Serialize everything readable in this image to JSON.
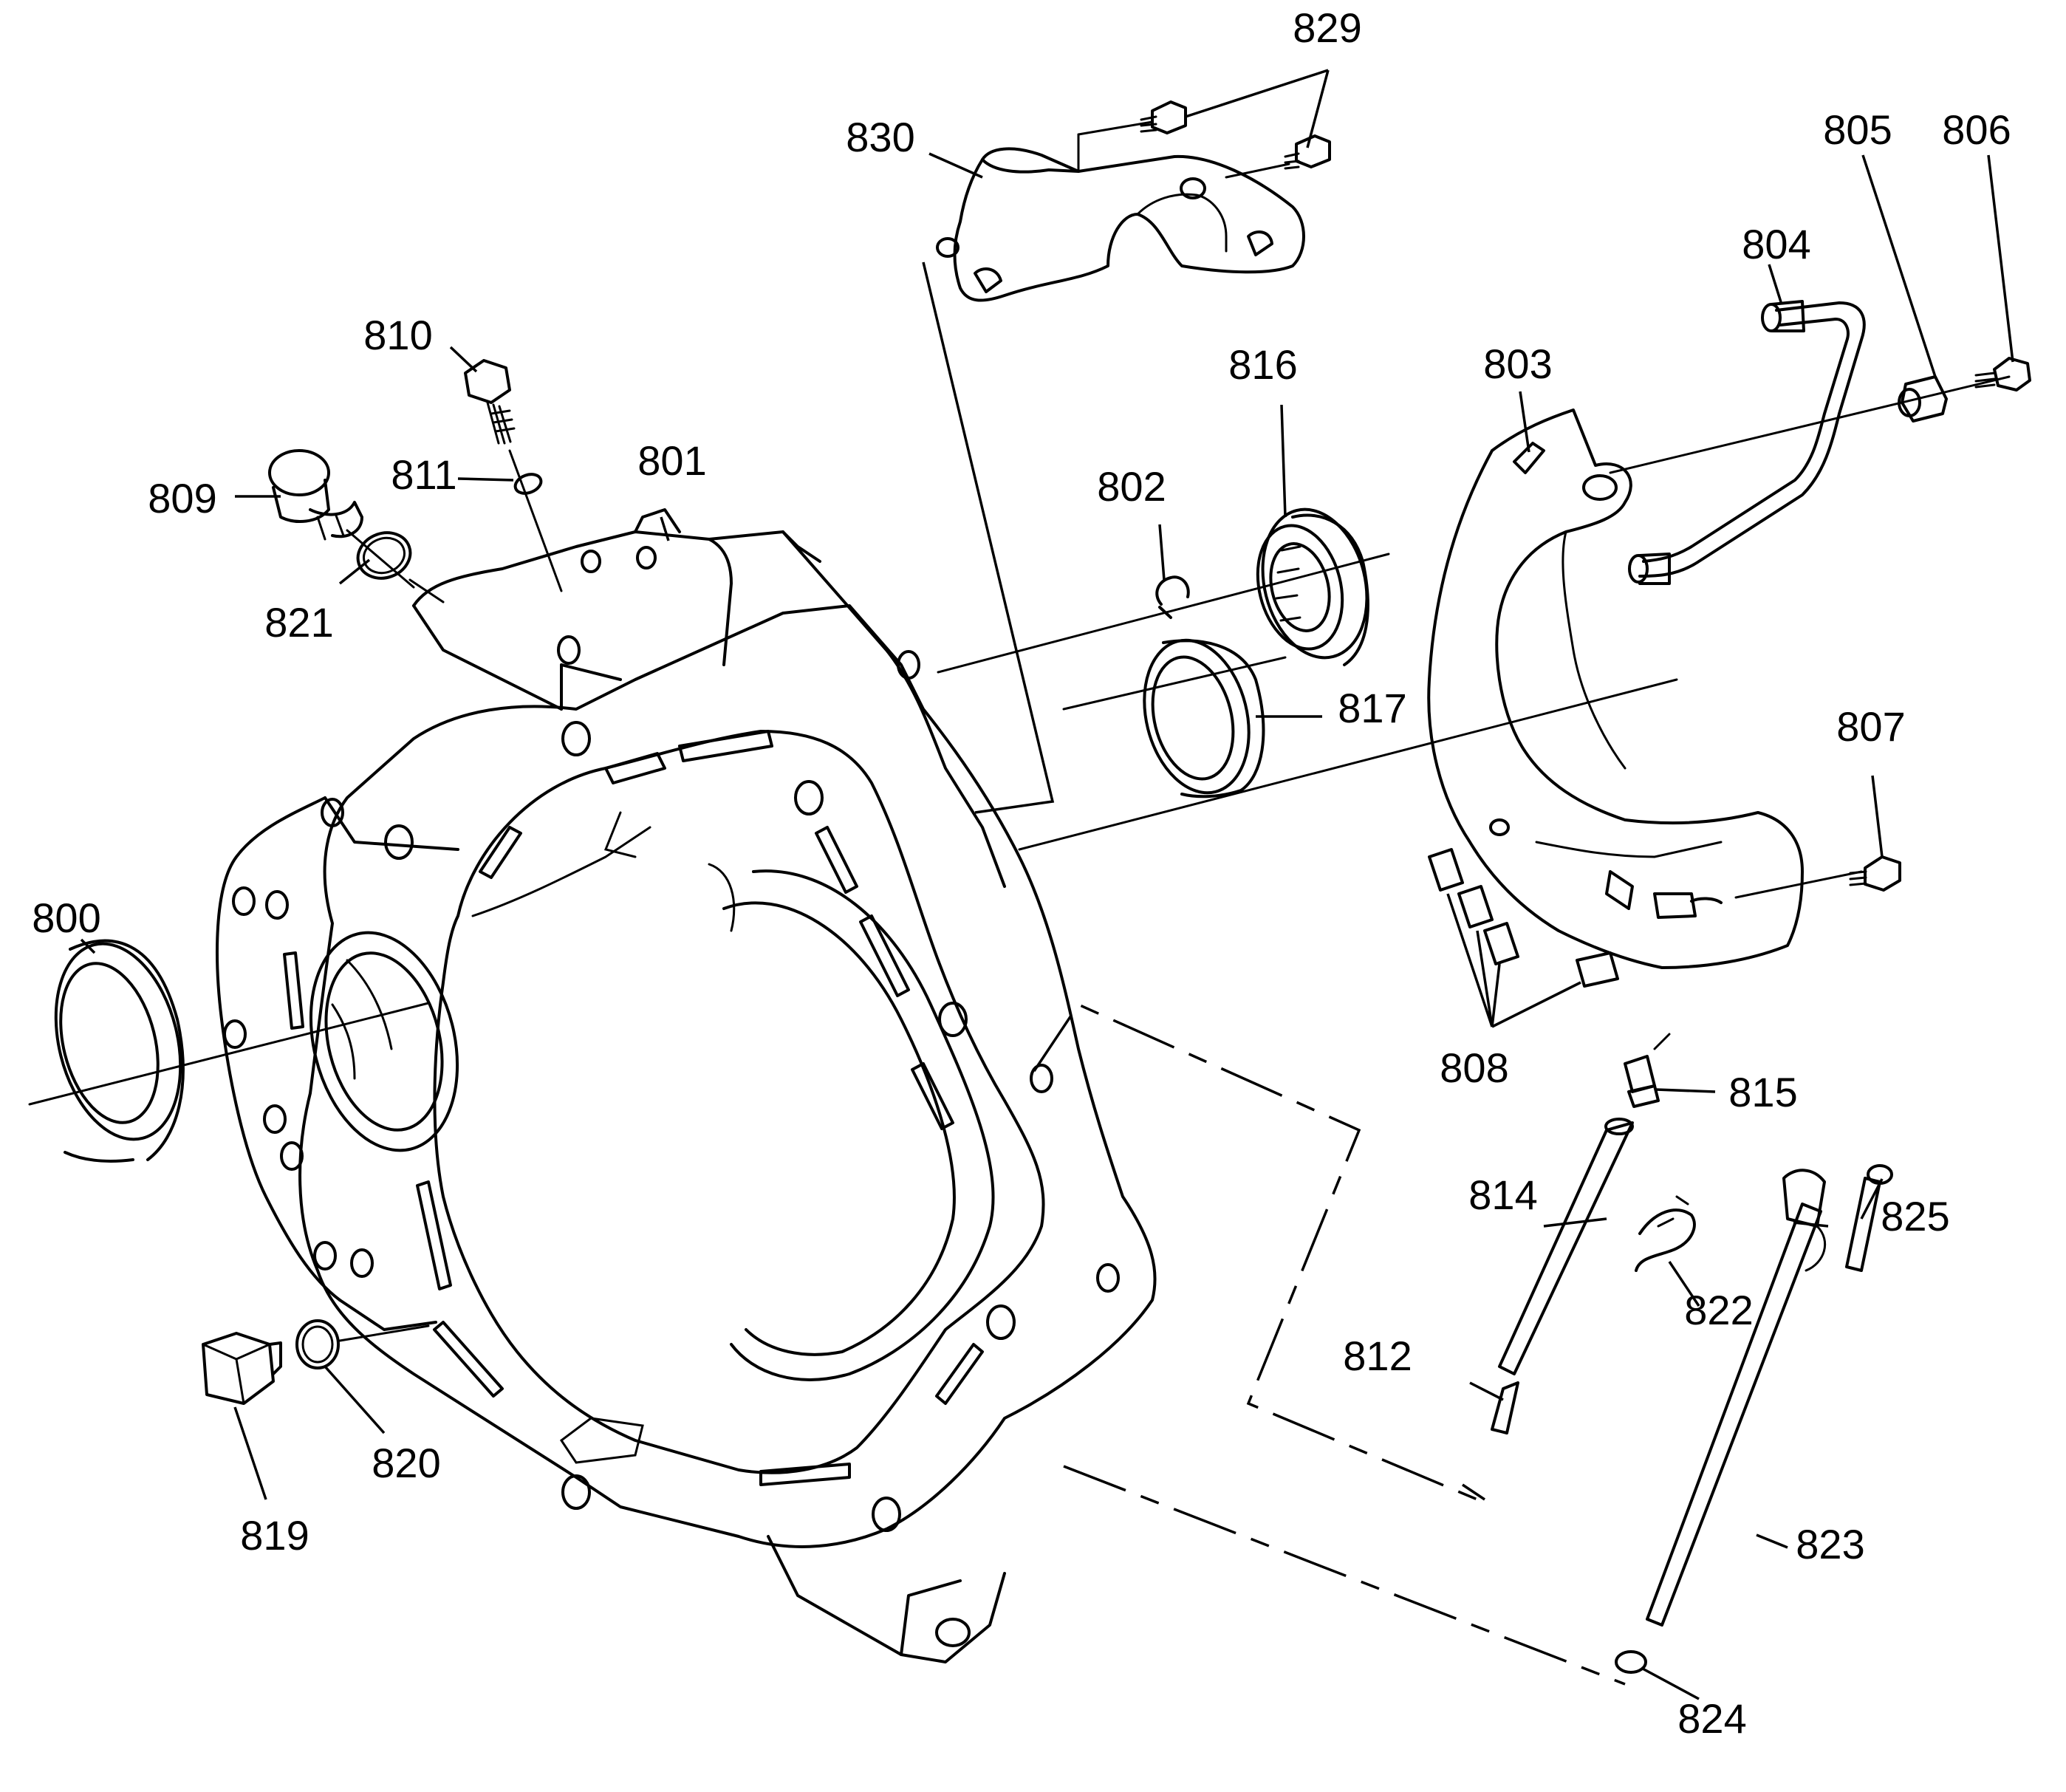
{
  "diagram": {
    "callouts": [
      {
        "id": "c800",
        "text": "800"
      },
      {
        "id": "c801",
        "text": "801"
      },
      {
        "id": "c802",
        "text": "802"
      },
      {
        "id": "c803",
        "text": "803"
      },
      {
        "id": "c804",
        "text": "804"
      },
      {
        "id": "c805",
        "text": "805"
      },
      {
        "id": "c806",
        "text": "806"
      },
      {
        "id": "c807",
        "text": "807"
      },
      {
        "id": "c808",
        "text": "808"
      },
      {
        "id": "c809",
        "text": "809"
      },
      {
        "id": "c810",
        "text": "810"
      },
      {
        "id": "c811",
        "text": "811"
      },
      {
        "id": "c812",
        "text": "812"
      },
      {
        "id": "c814",
        "text": "814"
      },
      {
        "id": "c815",
        "text": "815"
      },
      {
        "id": "c816",
        "text": "816"
      },
      {
        "id": "c817",
        "text": "817"
      },
      {
        "id": "c819",
        "text": "819"
      },
      {
        "id": "c820",
        "text": "820"
      },
      {
        "id": "c821",
        "text": "821"
      },
      {
        "id": "c822",
        "text": "822"
      },
      {
        "id": "c823",
        "text": "823"
      },
      {
        "id": "c824",
        "text": "824"
      },
      {
        "id": "c825",
        "text": "825"
      },
      {
        "id": "c829",
        "text": "829"
      },
      {
        "id": "c830",
        "text": "830"
      }
    ],
    "colors": {
      "line": "#000000",
      "background": "#ffffff"
    }
  }
}
